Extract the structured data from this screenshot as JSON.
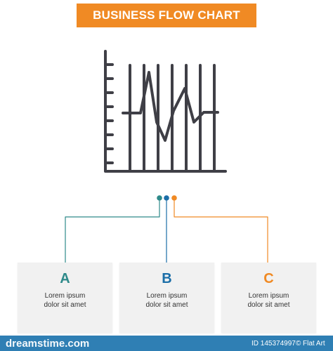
{
  "colors": {
    "accent": "#f08a24",
    "teal": "#2e8a8a",
    "blue": "#1b6ea8",
    "orange": "#f08a24",
    "icon": "#3f3f46",
    "footer": "#2f7fb4"
  },
  "banner": {
    "title": "BUSINESS FLOW CHART"
  },
  "main_icon": {
    "name": "line-chart-icon"
  },
  "steps": [
    {
      "letter": "A",
      "text_line1": "Lorem ipsum",
      "text_line2": "dolor sit amet",
      "color": "#2e8a8a"
    },
    {
      "letter": "B",
      "text_line1": "Lorem ipsum",
      "text_line2": "dolor sit amet",
      "color": "#1b6ea8"
    },
    {
      "letter": "C",
      "text_line1": "Lorem ipsum",
      "text_line2": "dolor sit amet",
      "color": "#f08a24"
    }
  ],
  "footer": {
    "logo": "dreamstime.com",
    "id_text": "ID 145374997",
    "credit_icon": "©",
    "credit": "Flat Art"
  }
}
